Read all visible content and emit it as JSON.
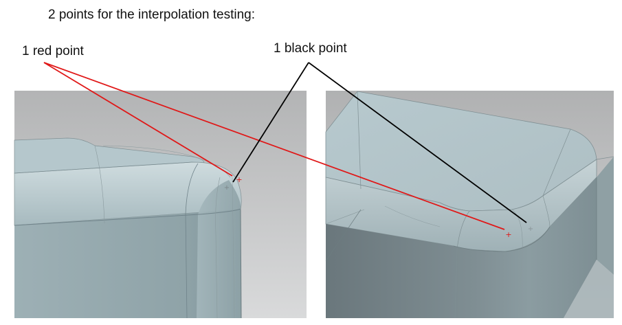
{
  "title": "2 points for the interpolation testing:",
  "labels": {
    "red": "1 red point",
    "black": "1 black point"
  },
  "markers": {
    "red_point": "+",
    "black_point": "+"
  },
  "colors": {
    "red_leader": "#e01818",
    "black_leader": "#000000",
    "background": "#bfc0c1",
    "model_surface": "#9aaeb3"
  },
  "panels": [
    {
      "id": "left-view"
    },
    {
      "id": "right-view"
    }
  ]
}
